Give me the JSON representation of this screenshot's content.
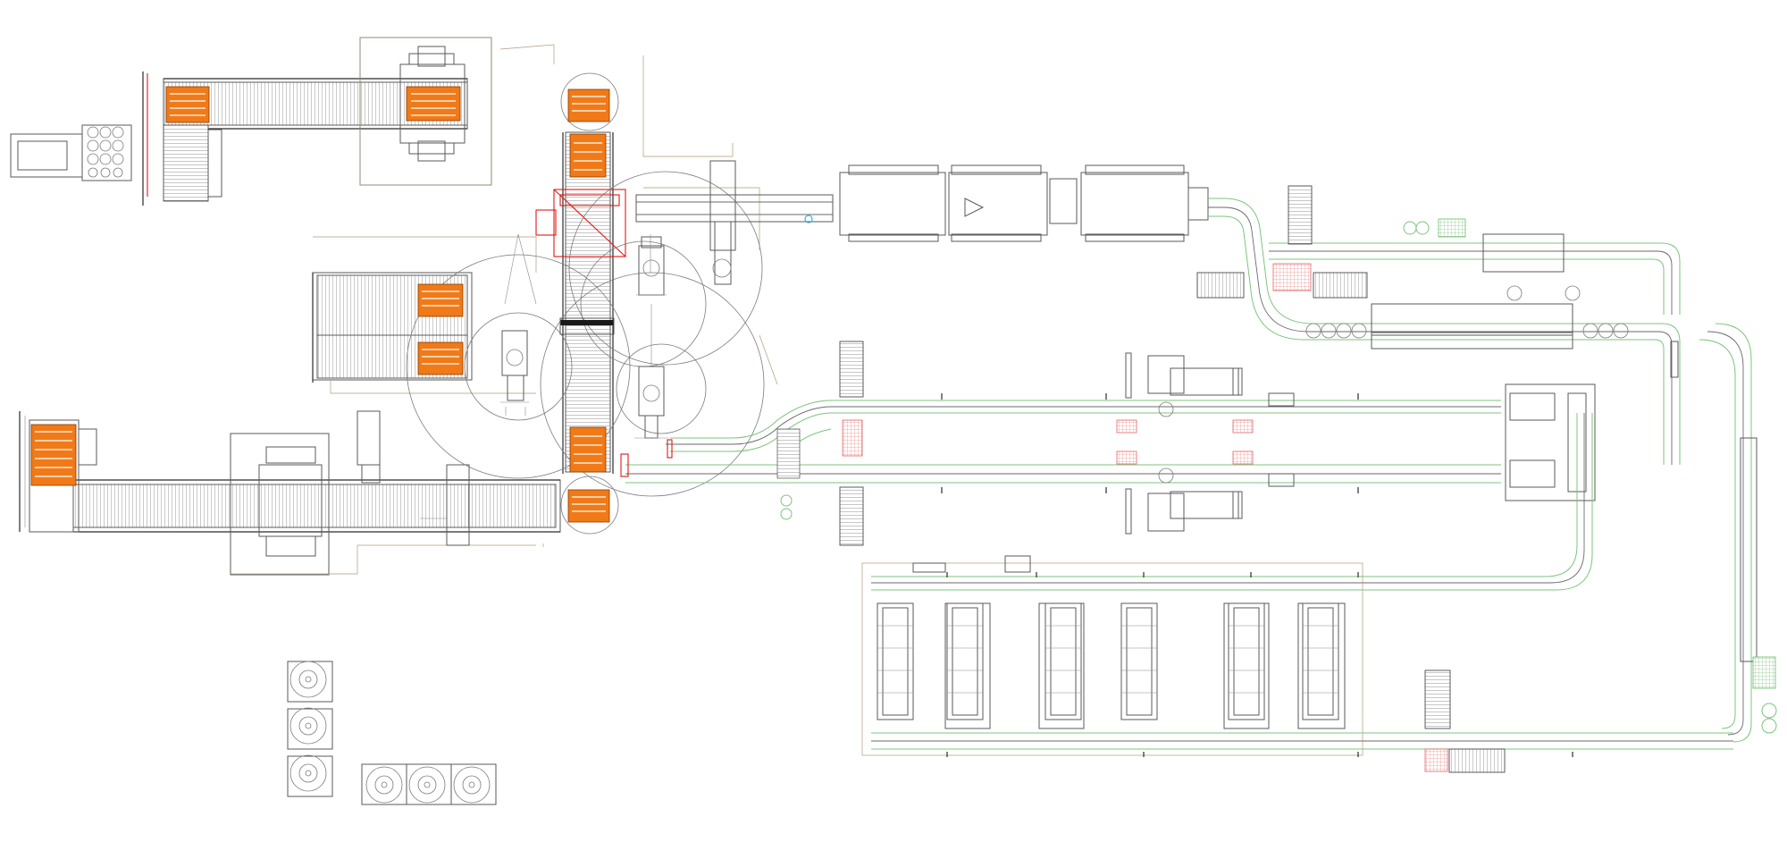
{
  "diagram": {
    "kind": "factory conveyor line layout drawing",
    "colors": {
      "pallet": "#f07a18",
      "conveyor_rail_green": "#7cc47c",
      "safety_red": "#e01818",
      "sensor_cyan": "#18b0d8",
      "linework": "#5a5a5a",
      "background": "#ffffff"
    },
    "pallet_stacks": 9,
    "robot_cells": 3,
    "winding_machines": 6,
    "spool_units": 6
  }
}
